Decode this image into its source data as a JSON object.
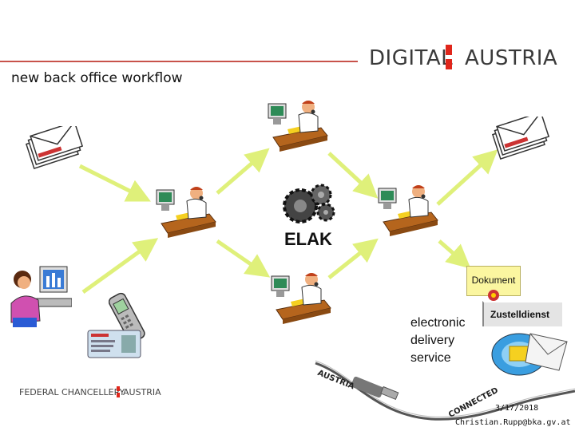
{
  "header": {
    "logo_left": "DIGITAL",
    "logo_right": "AUSTRIA",
    "title": "new back office workflow"
  },
  "diagram": {
    "center_label": "ELAK",
    "delivery_label_lines": [
      "electronic",
      "delivery",
      "service"
    ],
    "document_label": "Dokument",
    "delivery_service_label": "Zustelldienst",
    "cable_labels": [
      "AUSTRIA",
      "CONNECTED"
    ]
  },
  "footer": {
    "org_left": "FEDERAL CHANCELLERY",
    "org_right": "AUSTRIA",
    "date": "3/17/2018",
    "email": "Christian.Rupp@bka.gv.at"
  },
  "colors": {
    "accent_red": "#e0261b",
    "header_line": "#c8524a",
    "arrow_green": "#dff07a"
  },
  "icons": [
    "envelope-stack-icon",
    "clerk-at-desk-icon",
    "gears-icon",
    "citizen-at-computer-icon",
    "mobile-phone-icon",
    "id-card-icon",
    "document-icon",
    "delivery-envelope-icon",
    "usb-cable-icon"
  ]
}
